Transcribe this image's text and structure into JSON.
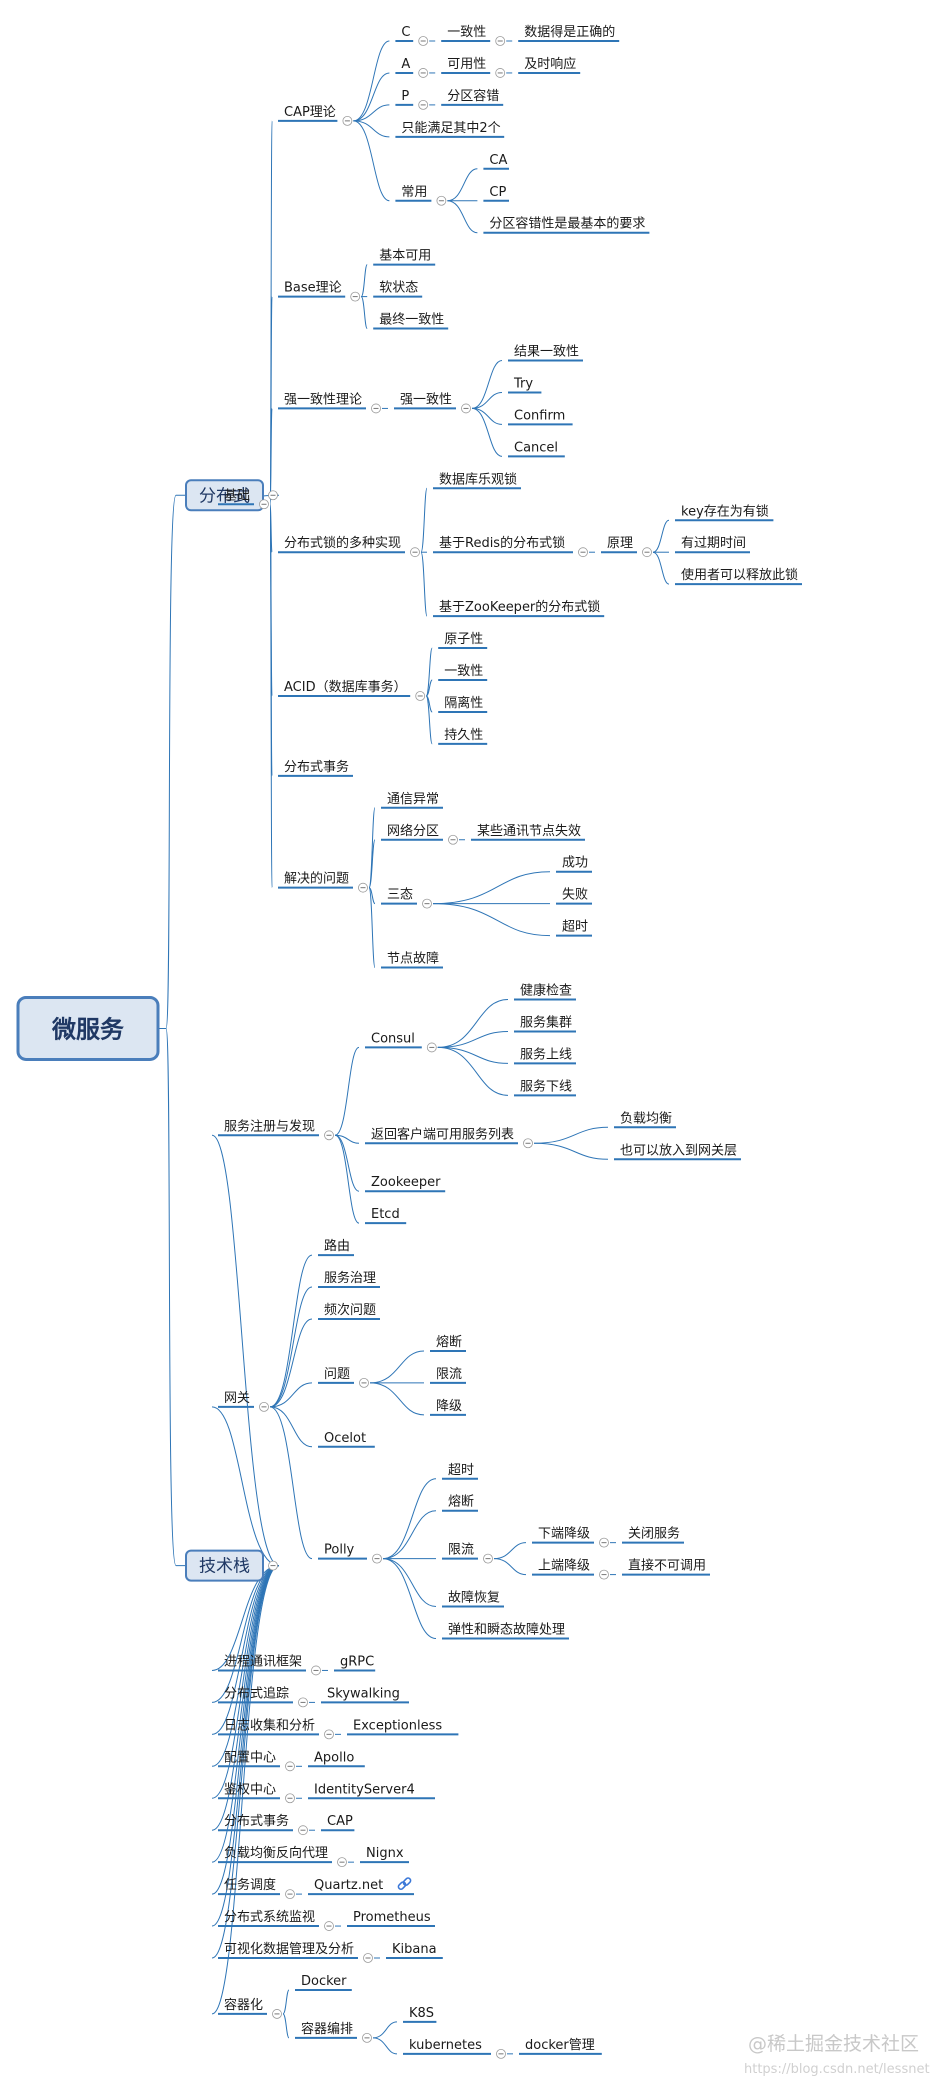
{
  "root": "微服务",
  "colors": {
    "line": "#2e75b6",
    "box_fill": "#dce6f2",
    "box_border": "#4a7ebb",
    "text": "#1a1a1a"
  },
  "icons": {
    "collapse": "minus-circle-icon",
    "link": "link-icon"
  },
  "watermark": {
    "brand": "@稀土掘金技术社区",
    "url": "https://blog.csdn.net/lessnet"
  },
  "tree": {
    "label": "微服务",
    "children": [
      {
        "label": "分布式",
        "children": [
          {
            "label": "基础",
            "children": [
              {
                "label": "CAP理论",
                "children": [
                  {
                    "label": "C",
                    "children": [
                      {
                        "label": "一致性",
                        "children": [
                          {
                            "label": "数据得是正确的"
                          }
                        ]
                      }
                    ]
                  },
                  {
                    "label": "A",
                    "children": [
                      {
                        "label": "可用性",
                        "children": [
                          {
                            "label": "及时响应"
                          }
                        ]
                      }
                    ]
                  },
                  {
                    "label": "P",
                    "children": [
                      {
                        "label": "分区容错"
                      }
                    ]
                  },
                  {
                    "label": "只能满足其中2个"
                  },
                  {
                    "label": "常用",
                    "children": [
                      {
                        "label": "CA"
                      },
                      {
                        "label": "CP"
                      },
                      {
                        "label": "分区容错性是最基本的要求"
                      }
                    ]
                  }
                ]
              },
              {
                "label": "Base理论",
                "children": [
                  {
                    "label": "基本可用"
                  },
                  {
                    "label": "软状态"
                  },
                  {
                    "label": "最终一致性"
                  }
                ]
              },
              {
                "label": "强一致性理论",
                "children": [
                  {
                    "label": "强一致性",
                    "children": [
                      {
                        "label": "结果一致性"
                      },
                      {
                        "label": "Try"
                      },
                      {
                        "label": "Confirm"
                      },
                      {
                        "label": "Cancel"
                      }
                    ]
                  }
                ]
              },
              {
                "label": "分布式锁的多种实现",
                "children": [
                  {
                    "label": "数据库乐观锁"
                  },
                  {
                    "label": "基于Redis的分布式锁",
                    "children": [
                      {
                        "label": "原理",
                        "children": [
                          {
                            "label": "key存在为有锁"
                          },
                          {
                            "label": "有过期时间"
                          },
                          {
                            "label": "使用者可以释放此锁"
                          }
                        ]
                      }
                    ]
                  },
                  {
                    "label": "基于ZooKeeper的分布式锁"
                  }
                ]
              },
              {
                "label": "ACID（数据库事务）",
                "children": [
                  {
                    "label": "原子性"
                  },
                  {
                    "label": "一致性"
                  },
                  {
                    "label": "隔离性"
                  },
                  {
                    "label": "持久性"
                  }
                ]
              },
              {
                "label": "分布式事务"
              },
              {
                "label": "解决的问题",
                "children": [
                  {
                    "label": "通信异常"
                  },
                  {
                    "label": "网络分区",
                    "children": [
                      {
                        "label": "某些通讯节点失效"
                      }
                    ]
                  },
                  {
                    "label": "三态",
                    "children": [
                      {
                        "label": "成功"
                      },
                      {
                        "label": "失败"
                      },
                      {
                        "label": "超时"
                      }
                    ]
                  },
                  {
                    "label": "节点故障"
                  }
                ]
              }
            ]
          }
        ]
      },
      {
        "label": "技术栈",
        "children": [
          {
            "label": "服务注册与发现",
            "children": [
              {
                "label": "Consul",
                "children": [
                  {
                    "label": "健康检查"
                  },
                  {
                    "label": "服务集群"
                  },
                  {
                    "label": "服务上线"
                  },
                  {
                    "label": "服务下线"
                  }
                ]
              },
              {
                "label": "返回客户端可用服务列表",
                "children": [
                  {
                    "label": "负载均衡"
                  },
                  {
                    "label": "也可以放入到网关层"
                  }
                ]
              },
              {
                "label": "Zookeeper"
              },
              {
                "label": "Etcd"
              }
            ]
          },
          {
            "label": "网关",
            "children": [
              {
                "label": "路由"
              },
              {
                "label": "服务治理"
              },
              {
                "label": "频次问题"
              },
              {
                "label": "问题",
                "children": [
                  {
                    "label": "熔断"
                  },
                  {
                    "label": "限流"
                  },
                  {
                    "label": "降级"
                  }
                ]
              },
              {
                "label": "Ocelot"
              },
              {
                "label": "Polly",
                "children": [
                  {
                    "label": "超时"
                  },
                  {
                    "label": "熔断"
                  },
                  {
                    "label": "限流",
                    "children": [
                      {
                        "label": "下端降级",
                        "children": [
                          {
                            "label": "关闭服务"
                          }
                        ]
                      },
                      {
                        "label": "上端降级",
                        "children": [
                          {
                            "label": "直接不可调用"
                          }
                        ]
                      }
                    ]
                  },
                  {
                    "label": "故障恢复"
                  },
                  {
                    "label": "弹性和瞬态故障处理"
                  }
                ]
              }
            ]
          },
          {
            "label": "进程通讯框架",
            "children": [
              {
                "label": "gRPC"
              }
            ]
          },
          {
            "label": "分布式追踪",
            "children": [
              {
                "label": "Skywalking"
              }
            ]
          },
          {
            "label": "日志收集和分析",
            "children": [
              {
                "label": "Exceptionless"
              }
            ]
          },
          {
            "label": "配置中心",
            "children": [
              {
                "label": "Apollo"
              }
            ]
          },
          {
            "label": "鉴权中心",
            "children": [
              {
                "label": "IdentityServer4"
              }
            ]
          },
          {
            "label": "分布式事务",
            "children": [
              {
                "label": "CAP"
              }
            ]
          },
          {
            "label": "负载均衡反向代理",
            "children": [
              {
                "label": "Nignx"
              }
            ]
          },
          {
            "label": "任务调度",
            "children": [
              {
                "label": "Quartz.net",
                "link": true
              }
            ]
          },
          {
            "label": "分布式系统监视",
            "children": [
              {
                "label": "Prometheus"
              }
            ]
          },
          {
            "label": "可视化数据管理及分析",
            "children": [
              {
                "label": "Kibana"
              }
            ]
          },
          {
            "label": "容器化",
            "children": [
              {
                "label": "Docker"
              },
              {
                "label": "容器编排",
                "children": [
                  {
                    "label": "K8S"
                  },
                  {
                    "label": "kubernetes",
                    "children": [
                      {
                        "label": "docker管理"
                      }
                    ]
                  }
                ]
              }
            ]
          }
        ]
      }
    ]
  }
}
